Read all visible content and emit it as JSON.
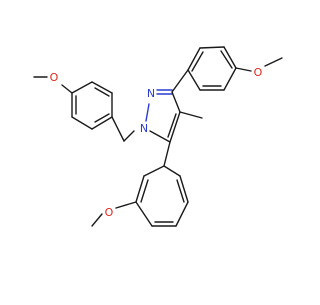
{
  "molecule": {
    "atoms": {
      "o_top": "O",
      "o_right": "O",
      "o_bottom": "O",
      "n1": "N",
      "n2": "N"
    }
  },
  "colors": {
    "bond": "#1a1a1a",
    "nitrogen": "#2a3bd6",
    "oxygen": "#e0261b",
    "background": "#ffffff"
  }
}
